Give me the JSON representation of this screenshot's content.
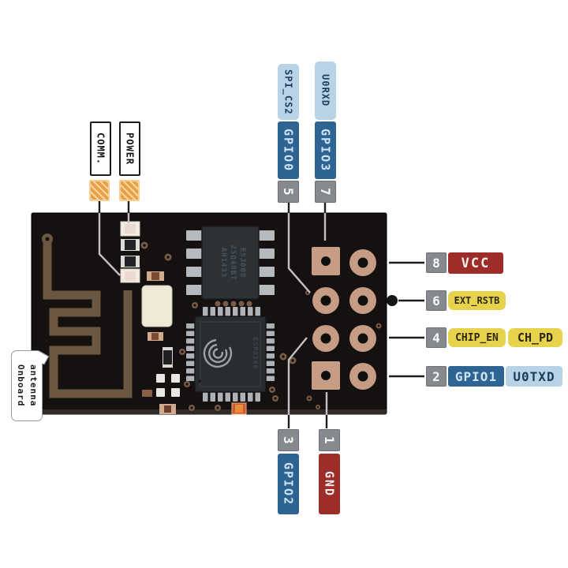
{
  "colors": {
    "board": "#141110",
    "antenna_trace": "#6b5642",
    "copper_pad": "#c69c85",
    "label_blue_dark": "#2e6491",
    "label_blue_light": "#b9d3e6",
    "label_yellow": "#e7d24b",
    "label_red": "#9e2c29",
    "label_gray": "#868a8f",
    "led_orange": "#e99f47"
  },
  "indicator_labels": [
    {
      "label": "COMM."
    },
    {
      "label": "POWER"
    }
  ],
  "top_pins": [
    {
      "num": "5",
      "alt": "SPI_CS2",
      "signal": "GPIO0"
    },
    {
      "num": "7",
      "alt": "U0RXD",
      "signal": "GPIO3"
    }
  ],
  "right_pins": [
    {
      "num": "8",
      "primary": "VCC"
    },
    {
      "num": "6",
      "primary": "EXT_RSTB"
    },
    {
      "num": "4",
      "primary": "CHIP_EN",
      "secondary": "CH_PD"
    },
    {
      "num": "2",
      "primary": "GPIO1",
      "secondary": "U0TXD"
    }
  ],
  "bottom_pins": [
    {
      "num": "3",
      "signal": "GPIO2"
    },
    {
      "num": "1",
      "signal": "GND"
    }
  ],
  "board_labels": {
    "antenna_bubble_line1": "Onboard",
    "antenna_bubble_line2": "antenna",
    "flash_marking_1": "AH1433",
    "flash_marking_2": "25Q40BT",
    "flash_marking_3": "E5J008",
    "mcu_marking": "ESP8266"
  }
}
